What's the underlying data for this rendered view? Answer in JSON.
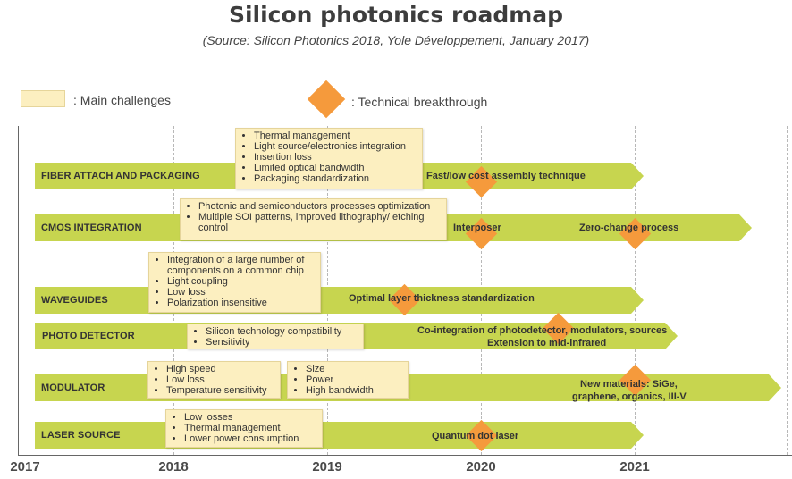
{
  "title": "Silicon photonics roadmap",
  "subtitle": "(Source: Silicon Photonics 2018, Yole Développement, January 2017)",
  "legend": {
    "challenges": ": Main challenges",
    "breakthrough": ": Technical breakthrough"
  },
  "colors": {
    "arrow": "#c7d54f",
    "challenge_fill": "#fcefc0",
    "diamond": "#f59a3c"
  },
  "chart_data": {
    "type": "table",
    "x_axis": {
      "ticks": [
        "2017",
        "2018",
        "2019",
        "2020",
        "2021"
      ]
    },
    "rows": [
      {
        "label": "FIBER ATTACH AND PACKAGING",
        "challenges": [
          [
            "Thermal management",
            "Light source/electronics integration",
            "Insertion loss",
            "Limited optical bandwidth",
            "Packaging standardization"
          ]
        ],
        "breakthroughs": [
          {
            "text": "Fast/low cost assembly technique",
            "year": 2020
          }
        ]
      },
      {
        "label": "CMOS INTEGRATION",
        "challenges": [
          [
            "Photonic and semiconductors processes optimization",
            "Multiple SOI patterns, improved lithography/ etching control"
          ]
        ],
        "breakthroughs": [
          {
            "text": "Interposer",
            "year": 2020
          },
          {
            "text": "Zero-change process",
            "year": 2021
          }
        ]
      },
      {
        "label": "WAVEGUIDES",
        "challenges": [
          [
            "Integration of a large number of components on a common chip",
            "Light coupling",
            "Low loss",
            "Polarization insensitive"
          ]
        ],
        "breakthroughs": [
          {
            "text": "Optimal layer thickness standardization",
            "year": 2019.5
          }
        ]
      },
      {
        "label": "PHOTO DETECTOR",
        "challenges": [
          [
            "Silicon technology compatibility",
            "Sensitivity"
          ]
        ],
        "breakthroughs": [
          {
            "text": "Co-integration of photodetector, modulators, sources",
            "text2": "Extension to mid-infrared",
            "year": 2020.5
          }
        ]
      },
      {
        "label": "MODULATOR",
        "challenges": [
          [
            "High speed",
            "Low loss",
            "Temperature sensitivity"
          ],
          [
            "Size",
            "Power",
            "High bandwidth"
          ]
        ],
        "breakthroughs": [
          {
            "text": "New materials: SiGe,",
            "text2": "graphene, organics, III-V",
            "year": 2021
          }
        ]
      },
      {
        "label": "LASER SOURCE",
        "challenges": [
          [
            "Low losses",
            "Thermal management",
            "Lower power consumption"
          ]
        ],
        "breakthroughs": [
          {
            "text": "Quantum dot laser",
            "year": 2020
          }
        ]
      }
    ]
  }
}
